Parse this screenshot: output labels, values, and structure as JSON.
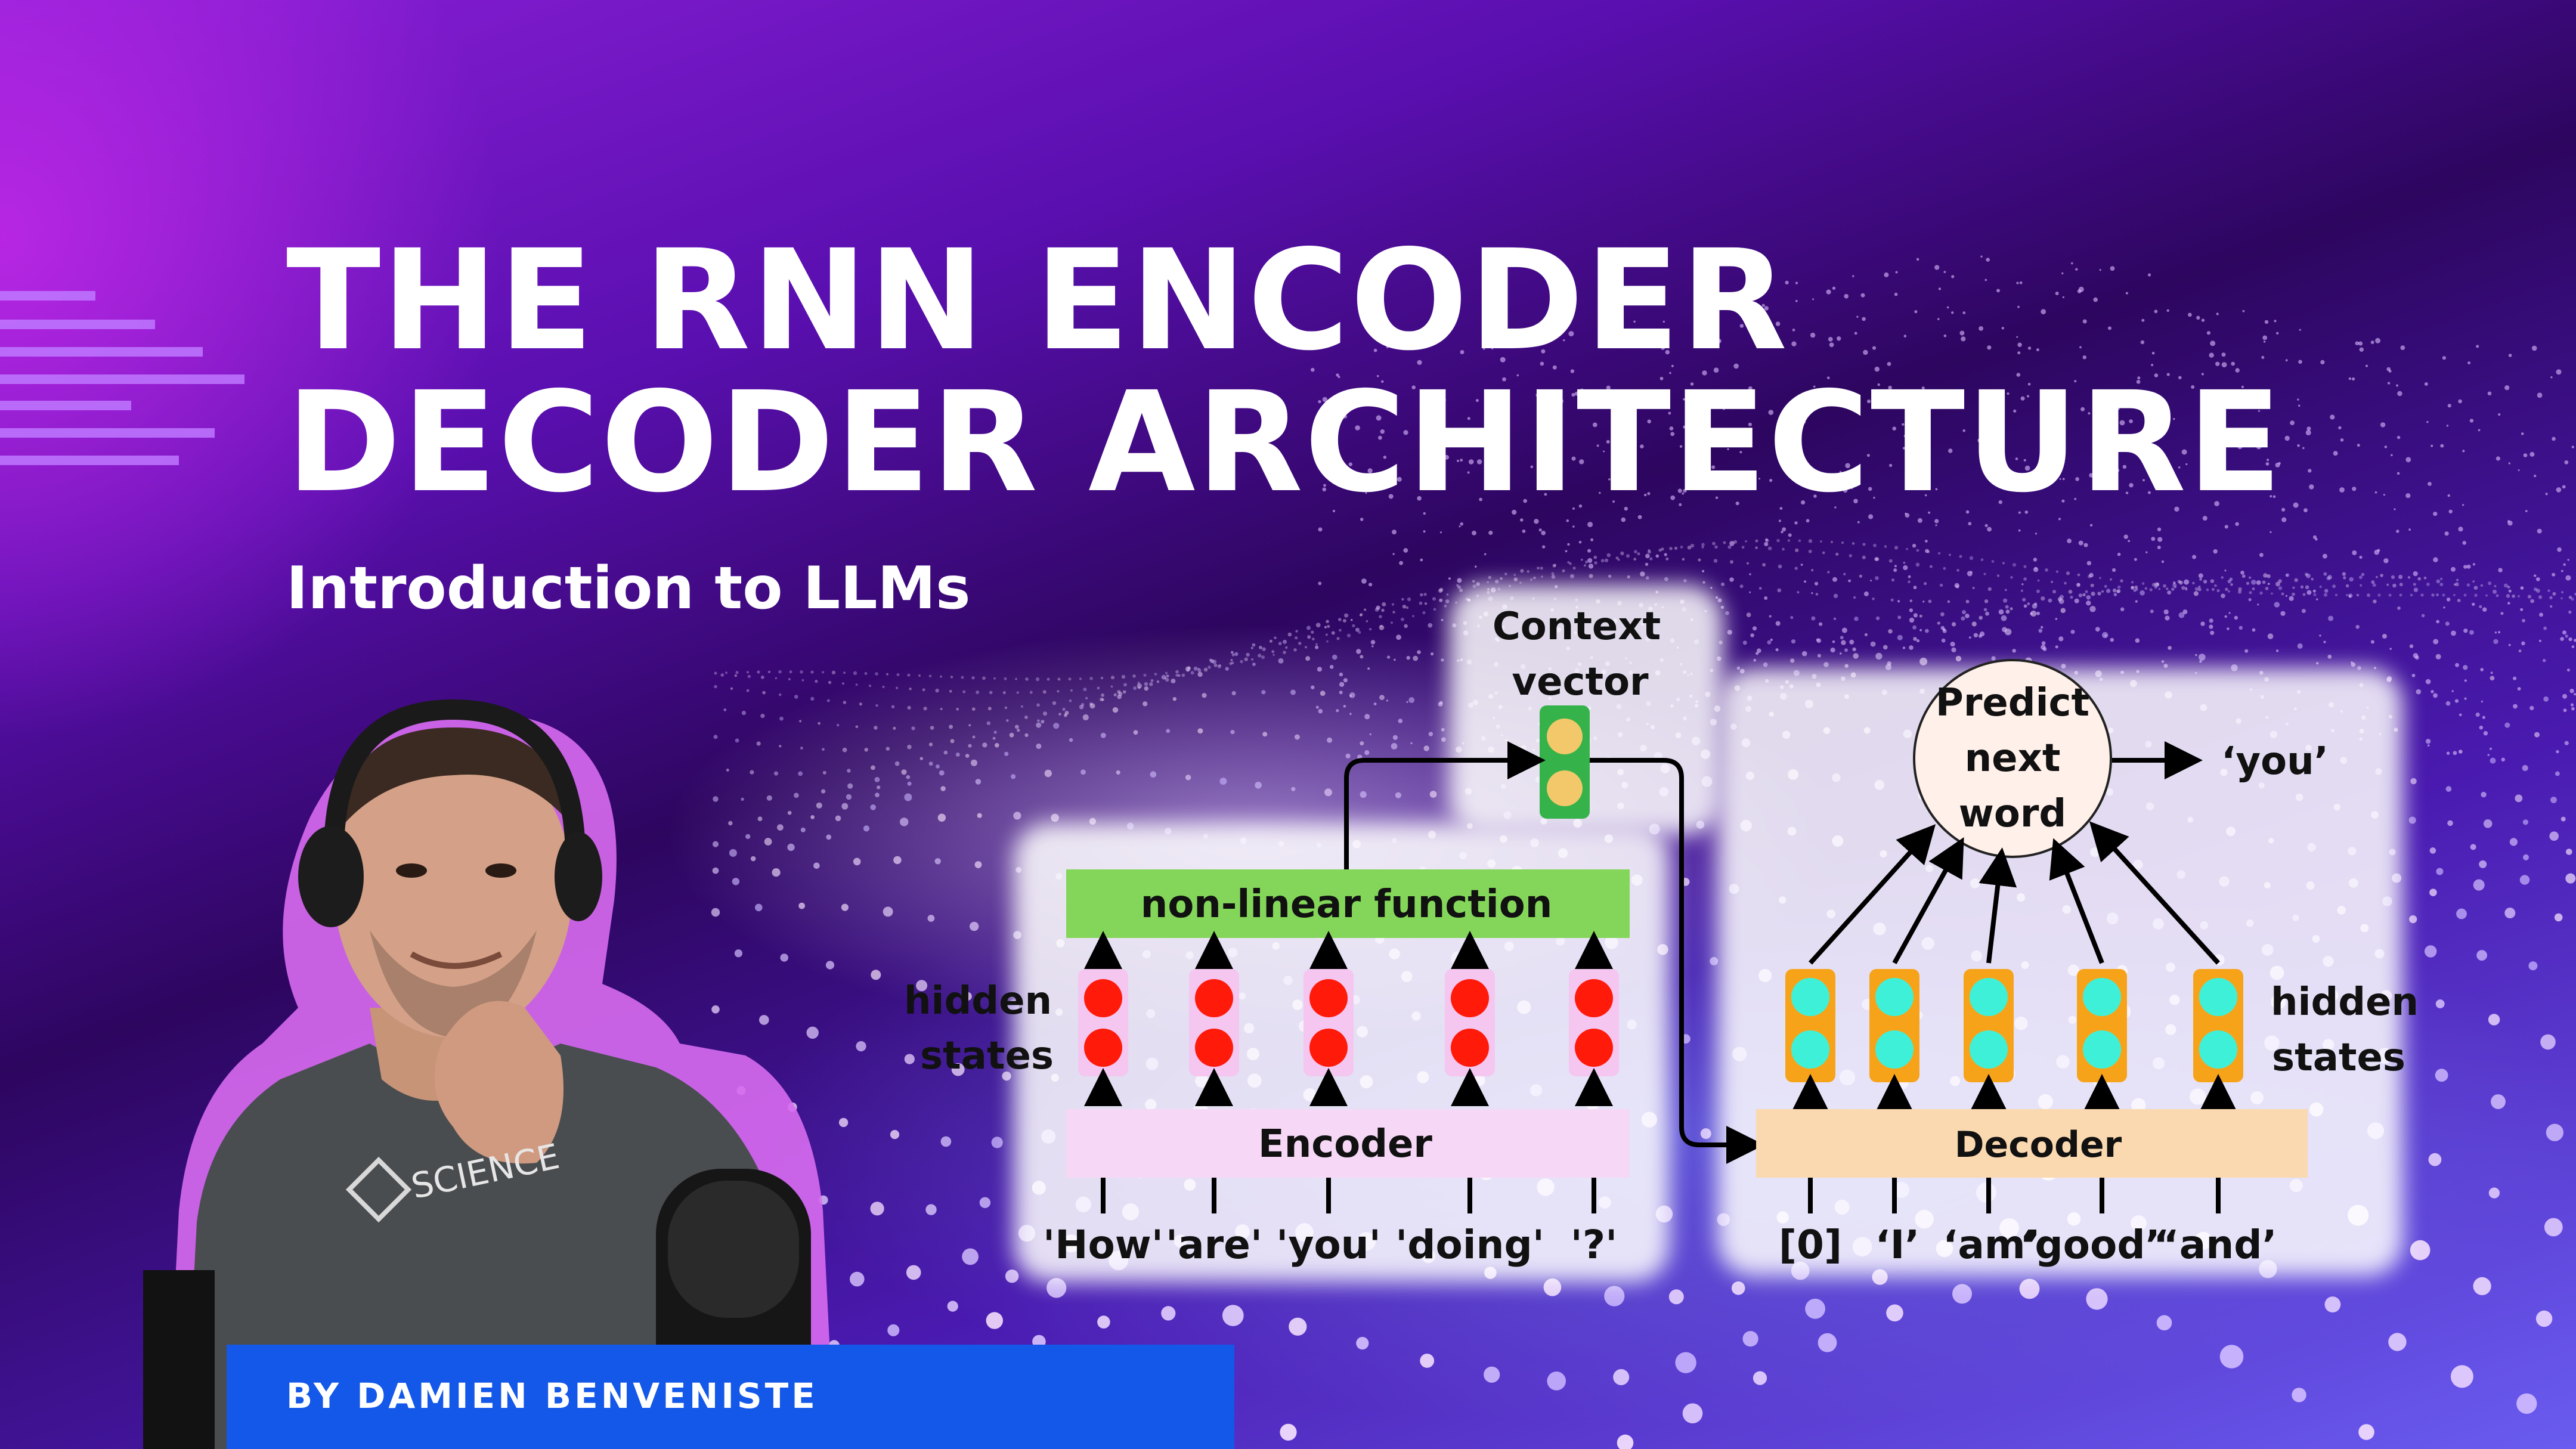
{
  "title": {
    "line1": "THE RNN ENCODER",
    "line2": "DECODER ARCHITECTURE"
  },
  "subtitle": "Introduction to LLMs",
  "author": "BY DAMIEN BENVENISTE",
  "photo": {
    "shirt_text": "SCIENCE"
  },
  "diagram": {
    "context_vector": {
      "line1": "Context",
      "line2": "vector"
    },
    "nonlinear_label": "non-linear function",
    "encoder_label": "Encoder",
    "decoder_label": "Decoder",
    "predict": {
      "line1": "Predict",
      "line2": "next",
      "line3": "word"
    },
    "output_word": "‘you’",
    "hidden_states_left": {
      "line1": "hidden",
      "line2": "states"
    },
    "hidden_states_right": {
      "line1": "hidden",
      "line2": "states"
    },
    "encoder_inputs": [
      "'How'",
      "'are'",
      "'you'",
      "'doing'",
      "'?'"
    ],
    "decoder_inputs": [
      "[0]",
      "‘I’",
      "‘am’",
      "‘good’",
      "“and’"
    ]
  },
  "colors": {
    "encoder_unit": "#ff1a0a",
    "decoder_unit": "#3ff0d8",
    "context_unit": "#f2c86a",
    "nonlinear_box": "#84d65a",
    "encoder_box": "#f6d8f6",
    "decoder_box": "#fbd9b0",
    "predict_circle": "#fff0ea",
    "author_bar": "#1358e8"
  }
}
